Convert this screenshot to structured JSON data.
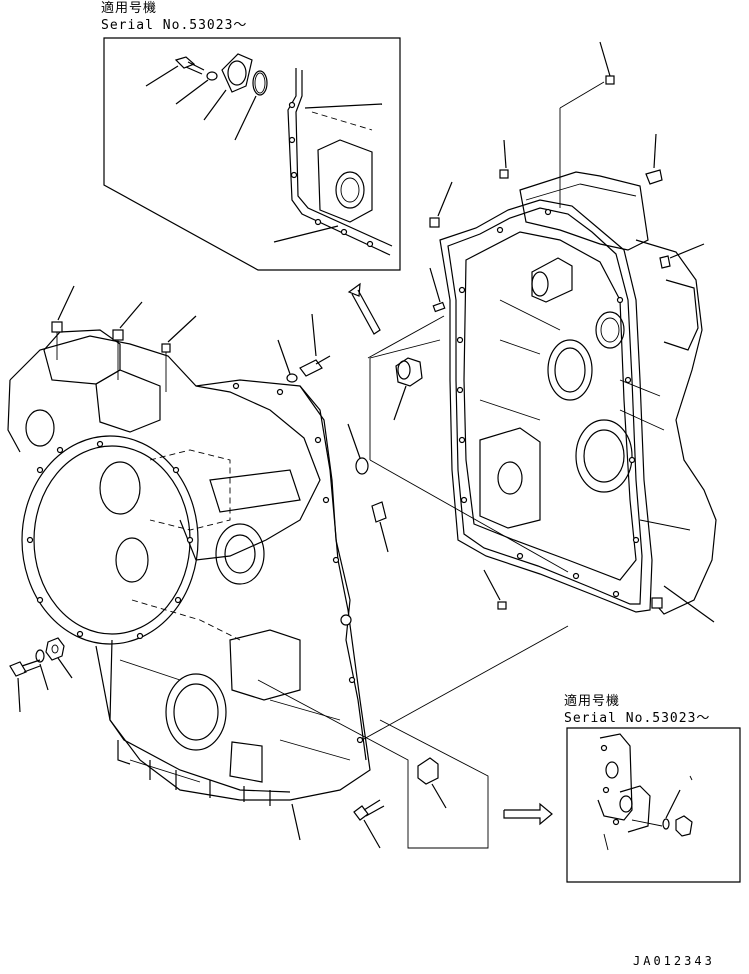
{
  "inset_top": {
    "applicable_label": "適用号機",
    "serial_label": "Serial No.53023～"
  },
  "inset_bottom": {
    "applicable_label": "適用号機",
    "serial_label": "Serial No.53023～"
  },
  "drawing_code": "JA012343"
}
